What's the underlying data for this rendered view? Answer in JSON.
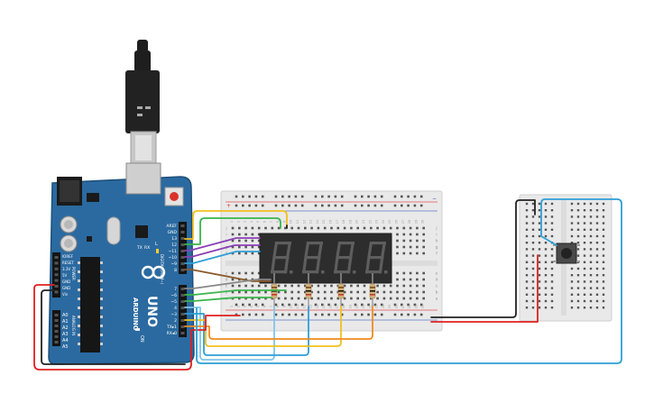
{
  "arduino": {
    "brand": "ARDUINO",
    "model": "UNO",
    "power_labels": [
      "IOREF",
      "RESET",
      "3.3V",
      "5V",
      "GND",
      "GND",
      "Vin"
    ],
    "power_section_label": "POWER",
    "analog_labels": [
      "A0",
      "A1",
      "A2",
      "A3",
      "A4",
      "A5"
    ],
    "analog_section_label": "ANALOG IN",
    "digital_labels": [
      "AREF",
      "GND",
      "13",
      "12",
      "~11",
      "~10",
      "~9",
      "8",
      "7",
      "~6",
      "~5",
      "4",
      "~3",
      "2",
      "TX▸1",
      "RX◂0"
    ],
    "digital_section_label": "DIGITAL (PWM~)",
    "led_labels": [
      "TX",
      "RX"
    ],
    "on_label": "ON",
    "l_label": "L"
  },
  "breadboard_main": {
    "column_numbers": [
      "1",
      "2",
      "3",
      "4",
      "5",
      "6",
      "7",
      "8",
      "9",
      "10",
      "11",
      "12",
      "13",
      "14",
      "15",
      "16",
      "17",
      "18",
      "19",
      "20",
      "21",
      "22",
      "23",
      "24",
      "25",
      "26",
      "27",
      "28",
      "29",
      "30"
    ],
    "row_letters_top": [
      "j",
      "i",
      "h",
      "g",
      "f"
    ],
    "row_letters_bottom": [
      "e",
      "d",
      "c",
      "b",
      "a"
    ],
    "rail_plus": "+",
    "rail_minus": "−"
  },
  "display": {
    "digits": [
      "8.",
      "8.",
      "8.",
      "8."
    ]
  },
  "colors": {
    "board": "#2b6aa0",
    "display_body": "#2d2d2d",
    "segment": "#5e5e5e",
    "breadboard": "#e9e9e9",
    "wire_yellow": "#f2c01f",
    "wire_green": "#3ab54a",
    "wire_purple": "#8b3fb5",
    "wire_blue": "#2e9fd6",
    "wire_orange": "#ef8a1f",
    "wire_red": "#e02020",
    "wire_black": "#222222",
    "wire_lightblue": "#7fc6e8"
  }
}
